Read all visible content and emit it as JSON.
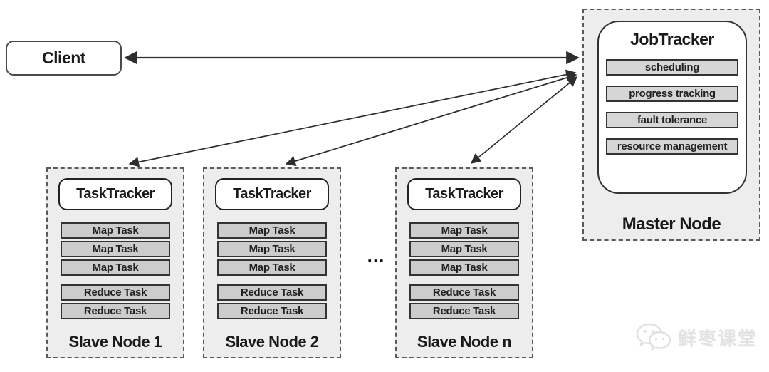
{
  "diagram": {
    "client": {
      "label": "Client"
    },
    "master": {
      "tracker_label": "JobTracker",
      "functions": [
        "scheduling",
        "progress tracking",
        "fault tolerance",
        "resource management"
      ],
      "node_label": "Master Node"
    },
    "slaves": [
      {
        "tracker_label": "TaskTracker",
        "map_tasks": [
          "Map Task",
          "Map Task",
          "Map Task"
        ],
        "reduce_tasks": [
          "Reduce Task",
          "Reduce Task"
        ],
        "node_label": "Slave Node 1"
      },
      {
        "tracker_label": "TaskTracker",
        "map_tasks": [
          "Map Task",
          "Map Task",
          "Map Task"
        ],
        "reduce_tasks": [
          "Reduce Task",
          "Reduce Task"
        ],
        "node_label": "Slave Node 2"
      },
      {
        "tracker_label": "TaskTracker",
        "map_tasks": [
          "Map Task",
          "Map Task",
          "Map Task"
        ],
        "reduce_tasks": [
          "Reduce Task",
          "Reduce Task"
        ],
        "node_label": "Slave Node n"
      }
    ],
    "ellipsis": "...",
    "watermark": {
      "text": "鲜枣课堂",
      "icon": "wechat-chat-bubbles-icon"
    },
    "colors": {
      "node_fill": "#ededed",
      "task_bar_fill": "#cccccc",
      "function_bar_fill": "#d6d6d6",
      "border_dark": "#333333",
      "dashed_border": "#5a5a5a",
      "arrow": "#2e2e2e",
      "watermark_gray": "#e2e2e2"
    }
  }
}
